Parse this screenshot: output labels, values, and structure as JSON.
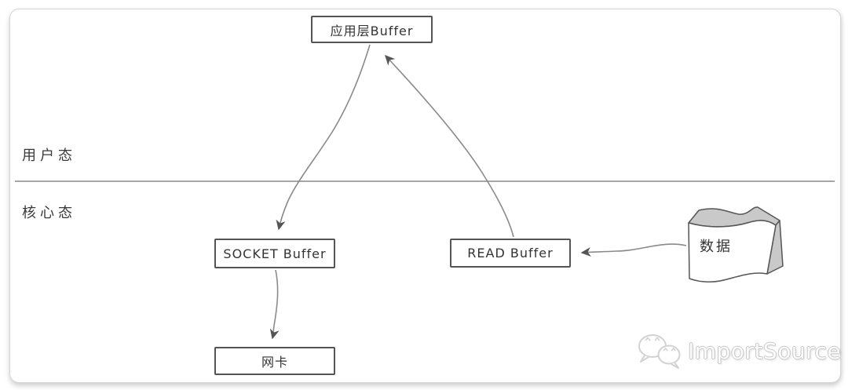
{
  "diagram": {
    "regions": {
      "user_mode": {
        "label": "用户态"
      },
      "kernel_mode": {
        "label": "核心态"
      }
    },
    "nodes": {
      "app_buffer": {
        "label": "应用层Buffer"
      },
      "socket_buffer": {
        "label": "SOCKET Buffer"
      },
      "read_buffer": {
        "label": "READ Buffer"
      },
      "nic": {
        "label": "网卡"
      },
      "data_block": {
        "label": "数据"
      }
    },
    "edges": [
      {
        "from": "应用层Buffer",
        "to": "SOCKET Buffer"
      },
      {
        "from": "SOCKET Buffer",
        "to": "网卡"
      },
      {
        "from": "READ Buffer",
        "to": "应用层Buffer"
      },
      {
        "from": "数据",
        "to": "READ Buffer"
      }
    ],
    "colors": {
      "box_border": "#545454",
      "arrow_line": "#8a8a8a",
      "arrowhead": "#555555",
      "divider": "#a6a6a6",
      "text": "#333333",
      "shape_side_fill": "#c9c9c9",
      "watermark": "#c6c6c6"
    }
  },
  "watermark": {
    "brand": "ImportSource",
    "icon": "wechat-bubbles-icon"
  }
}
